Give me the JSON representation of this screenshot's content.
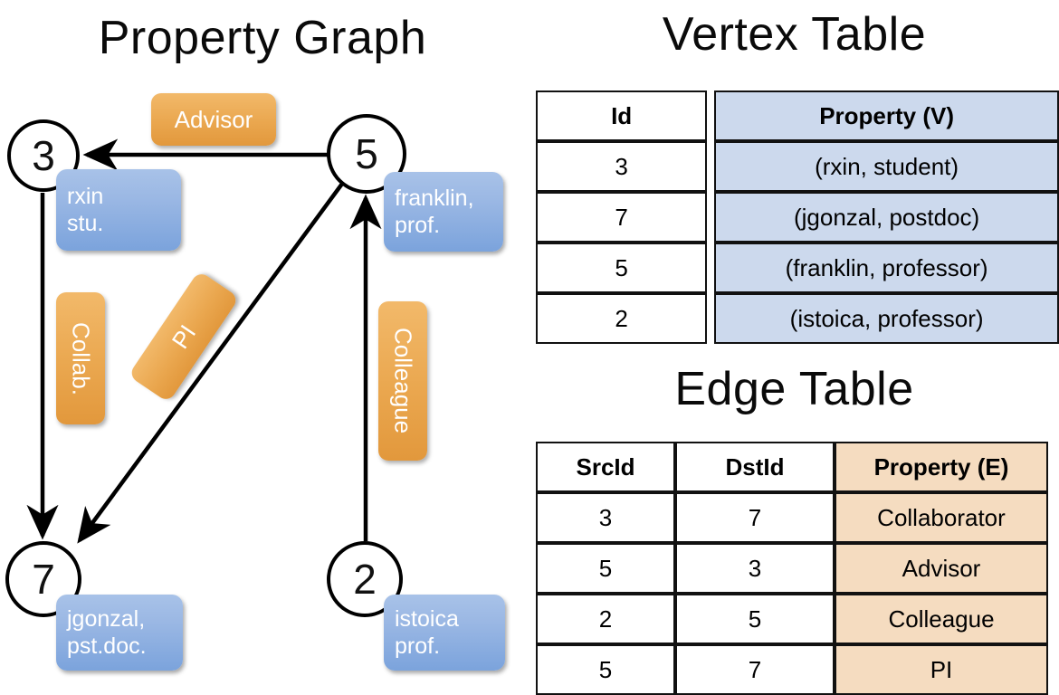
{
  "titles": {
    "graph": "Property Graph",
    "vertex_table": "Vertex Table",
    "edge_table": "Edge Table"
  },
  "colors": {
    "vertex_property_fill": "#ccd9ed",
    "edge_property_fill": "#f5dcc0",
    "vertex_box_blue": "#7ba3dc",
    "edge_label_orange": "#eaa74f",
    "stroke": "#000000"
  },
  "graph": {
    "nodes": [
      {
        "id": "3",
        "property_line1": "rxin",
        "property_line2": "stu."
      },
      {
        "id": "5",
        "property_line1": "franklin,",
        "property_line2": "prof."
      },
      {
        "id": "7",
        "property_line1": "jgonzal,",
        "property_line2": "pst.doc."
      },
      {
        "id": "2",
        "property_line1": "istoica",
        "property_line2": "prof."
      }
    ],
    "edge_labels": [
      {
        "name": "advisor",
        "text": "Advisor"
      },
      {
        "name": "collab",
        "text": "Collab."
      },
      {
        "name": "pi",
        "text": "PI"
      },
      {
        "name": "colleague",
        "text": "Colleague"
      }
    ],
    "edges": [
      {
        "from": "5",
        "to": "3",
        "label": "Advisor"
      },
      {
        "from": "3",
        "to": "7",
        "label": "Collab."
      },
      {
        "from": "5",
        "to": "7",
        "label": "PI"
      },
      {
        "from": "2",
        "to": "5",
        "label": "Colleague"
      }
    ]
  },
  "vertex_table": {
    "headers": [
      "Id",
      "Property (V)"
    ],
    "rows": [
      {
        "id": "3",
        "property": "(rxin, student)"
      },
      {
        "id": "7",
        "property": "(jgonzal, postdoc)"
      },
      {
        "id": "5",
        "property": "(franklin, professor)"
      },
      {
        "id": "2",
        "property": "(istoica, professor)"
      }
    ]
  },
  "edge_table": {
    "headers": [
      "SrcId",
      "DstId",
      "Property (E)"
    ],
    "rows": [
      {
        "src": "3",
        "dst": "7",
        "property": "Collaborator"
      },
      {
        "src": "5",
        "dst": "3",
        "property": "Advisor"
      },
      {
        "src": "2",
        "dst": "5",
        "property": "Colleague"
      },
      {
        "src": "5",
        "dst": "7",
        "property": "PI"
      }
    ]
  }
}
